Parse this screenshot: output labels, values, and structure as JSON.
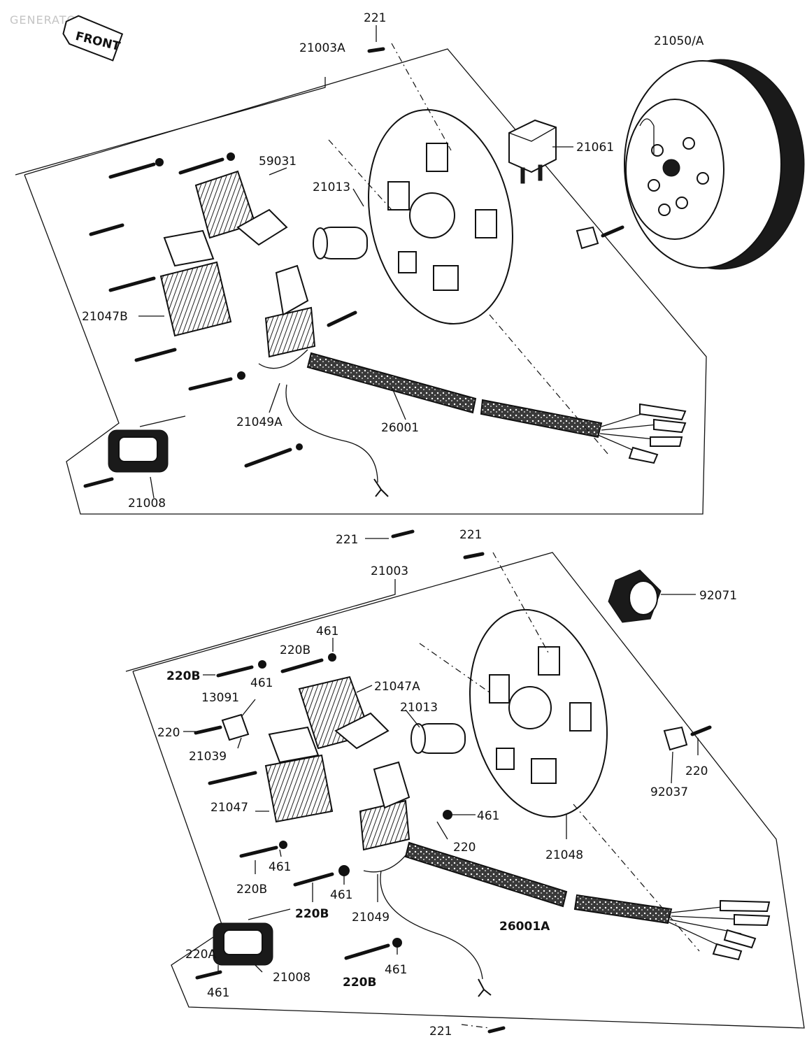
{
  "watermark": "GENERATOR",
  "front_tag": "FRONT",
  "upper": {
    "labels": {
      "p221_top": "221",
      "p21003A": "21003A",
      "p21050A": "21050/A",
      "p21061": "21061",
      "p59031": "59031",
      "p21013": "21013",
      "p21047B": "21047B",
      "p21049A": "21049A",
      "p26001": "26001",
      "p21008": "21008",
      "p221_bottom": "221"
    }
  },
  "lower": {
    "labels": {
      "p221": "221",
      "p21003": "21003",
      "p92071": "92071",
      "p461_a": "461",
      "p220B_a": "220B",
      "p220B_b": "220B",
      "p461_b": "461",
      "p21047A": "21047A",
      "p13091": "13091",
      "p21013": "21013",
      "p220_a": "220",
      "p21039": "21039",
      "p92037": "92037",
      "p220_b": "220",
      "p461_c": "461",
      "p220_c": "220",
      "p21047": "21047",
      "p21048": "21048",
      "p461_d": "461",
      "p220B_c": "220B",
      "p461_e": "461",
      "p220B_d": "220B",
      "p21049": "21049",
      "p26001A": "26001A",
      "p220A": "220A",
      "p21008": "21008",
      "p461_f": "461",
      "p220B_e": "220B",
      "p221_bottom": "221"
    }
  }
}
